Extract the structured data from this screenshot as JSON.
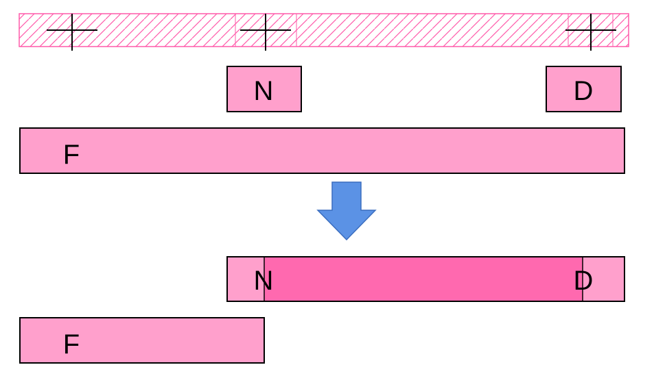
{
  "colors": {
    "light_pink": "#FFA0CC",
    "dark_pink": "#FF69AF",
    "hatch": "#FF5AAA",
    "arrow": "#5B92E5",
    "arrow_stroke": "#3A6DBF",
    "outline": "#000000"
  },
  "icons": {
    "cross_markers": "cross-marker-icon",
    "arrow": "down-arrow-icon"
  },
  "top_boxes": {
    "n_label": "N",
    "d_label": "D",
    "f_label": "F"
  },
  "result": {
    "n_label": "N",
    "d_label": "D",
    "f_label": "F"
  }
}
